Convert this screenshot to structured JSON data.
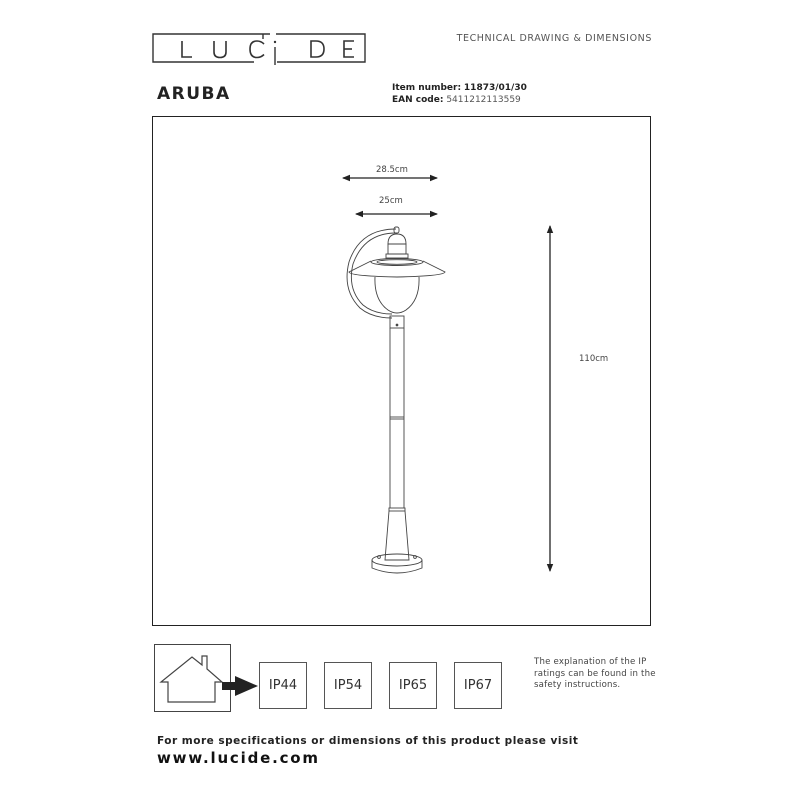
{
  "header": {
    "brand": "LUCIDE",
    "document_type": "TECHNICAL DRAWING & DIMENSIONS",
    "product_name": "ARUBA",
    "item_number_label": "Item number:",
    "item_number": "11873/01/30",
    "ean_label": "EAN code:",
    "ean_code": "5411212113559"
  },
  "drawing": {
    "dimensions": {
      "overall_width": "28.5cm",
      "shade_width": "25cm",
      "height": "110cm"
    },
    "line_color": "#222222"
  },
  "ip_section": {
    "icon": "house-icon",
    "arrow_icon": "arrow-right-icon",
    "ratings": [
      "IP44",
      "IP54",
      "IP65",
      "IP67"
    ],
    "note": "The explanation of the IP ratings can be found in the safety instructions."
  },
  "footer": {
    "line": "For more specifications or dimensions of this product please visit",
    "url": "www.lucide.com"
  }
}
